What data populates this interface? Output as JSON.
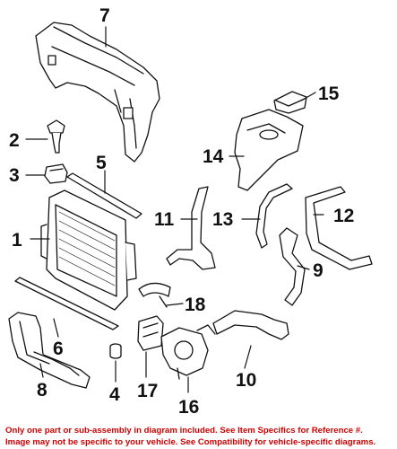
{
  "callouts": {
    "c1": "1",
    "c2": "2",
    "c3": "3",
    "c4": "4",
    "c5": "5",
    "c6": "6",
    "c7": "7",
    "c8": "8",
    "c9": "9",
    "c10": "10",
    "c11": "11",
    "c12": "12",
    "c13": "13",
    "c14": "14",
    "c15": "15",
    "c16": "16",
    "c17": "17",
    "c18": "18"
  },
  "disclaimer": {
    "line1": "Only one part or sub-assembly in diagram included. See Item Specifics for Reference #.",
    "line2": "Image may not be specific to your vehicle. See Compatibility for vehicle-specific diagrams."
  },
  "colors": {
    "line": "#111111",
    "disclaimer_text": "#d10000"
  }
}
